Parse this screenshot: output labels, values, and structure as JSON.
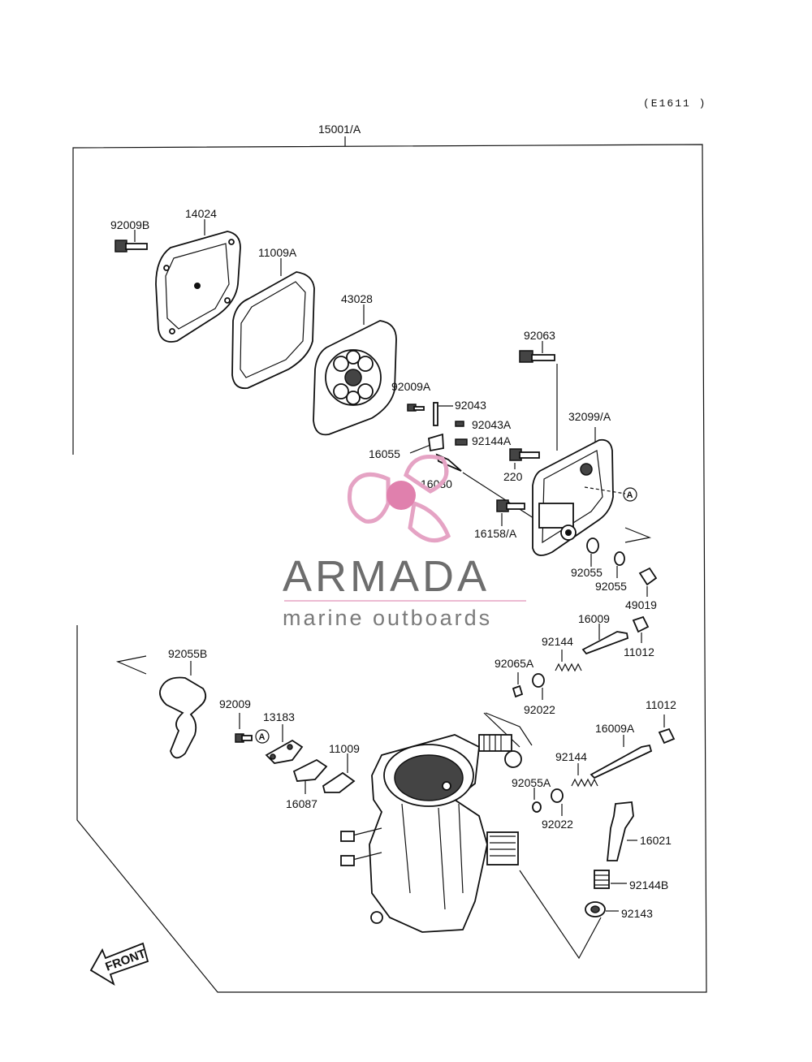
{
  "reference_code": "(E1611 )",
  "assembly_label": "15001/A",
  "watermark": {
    "title": "ARMADA",
    "subtitle": "marine outboards",
    "colors": {
      "logo_pink": "#e5a3c4",
      "logo_dark_pink": "#e080ad",
      "text_gray": "#6d6d6d"
    }
  },
  "front_label": "FRONT",
  "callout_letter": "A",
  "parts": {
    "p92009B": "92009B",
    "p14024": "14024",
    "p11009A": "11009A",
    "p43028": "43028",
    "p92063": "92063",
    "p92009A": "92009A",
    "p92043": "92043",
    "p92043A": "92043A",
    "p32099A": "32099/A",
    "p16055": "16055",
    "p92144A": "92144A",
    "p220": "220",
    "p16030": "16030",
    "p16158A": "16158/A",
    "p92055_1": "92055",
    "p92055_2": "92055",
    "p49019": "49019",
    "p16009": "16009",
    "p92144_1": "92144",
    "p11012_1": "11012",
    "p92055B": "92055B",
    "p92065A": "92065A",
    "p92022_1": "92022",
    "p92009": "92009",
    "p13183": "13183",
    "p11012_2": "11012",
    "p16009A": "16009A",
    "p11009": "11009",
    "p92144_2": "92144",
    "p16087": "16087",
    "p92055A": "92055A",
    "p92022_2": "92022",
    "p16021": "16021",
    "p92144B": "92144B",
    "p92143": "92143"
  }
}
